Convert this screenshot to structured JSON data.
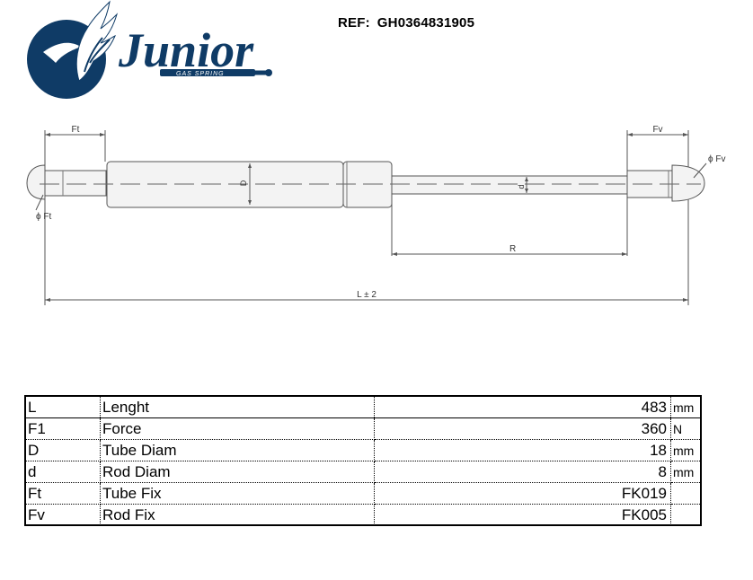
{
  "brand": {
    "name": "Junior",
    "tagline": "GAS SPRING",
    "colors": {
      "navy": "#0f3b66",
      "white": "#ffffff"
    },
    "icon": "winged-emblem-icon"
  },
  "ref": {
    "label": "REF:",
    "code": "GH0364831905"
  },
  "drawing": {
    "labels": {
      "ft_top": "Ft",
      "fv_top": "Fv",
      "phi_ft": "ϕ Ft",
      "phi_fv": "ϕ Fv",
      "tube_d": "D",
      "rod_d": "d",
      "r": "R",
      "l": "L ± 2"
    },
    "colors": {
      "line": "#555555",
      "body_fill": "#f3f3f3"
    }
  },
  "specs": {
    "rows": [
      {
        "symbol": "L",
        "name": "Lenght",
        "value": "483",
        "unit": "mm"
      },
      {
        "symbol": "F1",
        "name": "Force",
        "value": "360",
        "unit": "N"
      },
      {
        "symbol": "D",
        "name": "Tube Diam",
        "value": "18",
        "unit": "mm"
      },
      {
        "symbol": "d",
        "name": "Rod Diam",
        "value": "8",
        "unit": "mm"
      },
      {
        "symbol": "Ft",
        "name": "Tube Fix",
        "value": "FK019",
        "unit": ""
      },
      {
        "symbol": "Fv",
        "name": "Rod Fix",
        "value": "FK005",
        "unit": ""
      }
    ]
  }
}
